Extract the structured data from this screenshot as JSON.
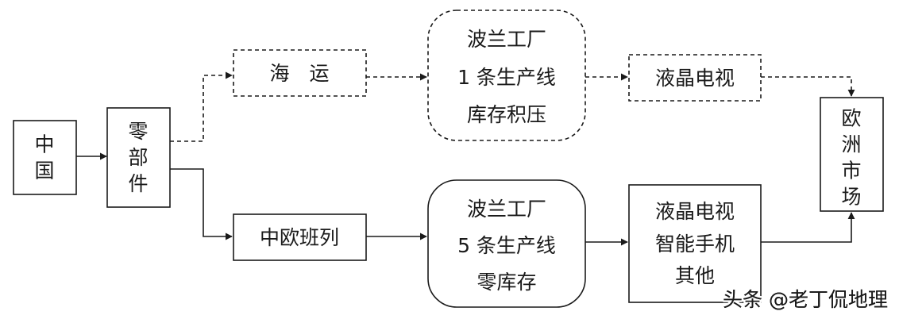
{
  "nodes": {
    "china": {
      "label": "中国"
    },
    "parts": {
      "label": "零部件"
    },
    "sea_freight": {
      "label": "海　运"
    },
    "rail": {
      "label": "中欧班列"
    },
    "poland_top": {
      "line1": "波兰工厂",
      "line2": "1 条生产线",
      "line3": "库存积压"
    },
    "poland_bottom": {
      "line1": "波兰工厂",
      "line2": "5 条生产线",
      "line3": "零库存"
    },
    "lcd_tv_top": {
      "label": "液晶电视"
    },
    "products_bottom": {
      "line1": "液晶电视",
      "line2": "智能手机",
      "line3": "其他"
    },
    "europe_market": {
      "label": "欧洲市场"
    }
  },
  "watermark": {
    "text": "头条 @老丁侃地理"
  },
  "colors": {
    "ink": "#1a1a1a",
    "background": "#ffffff"
  }
}
